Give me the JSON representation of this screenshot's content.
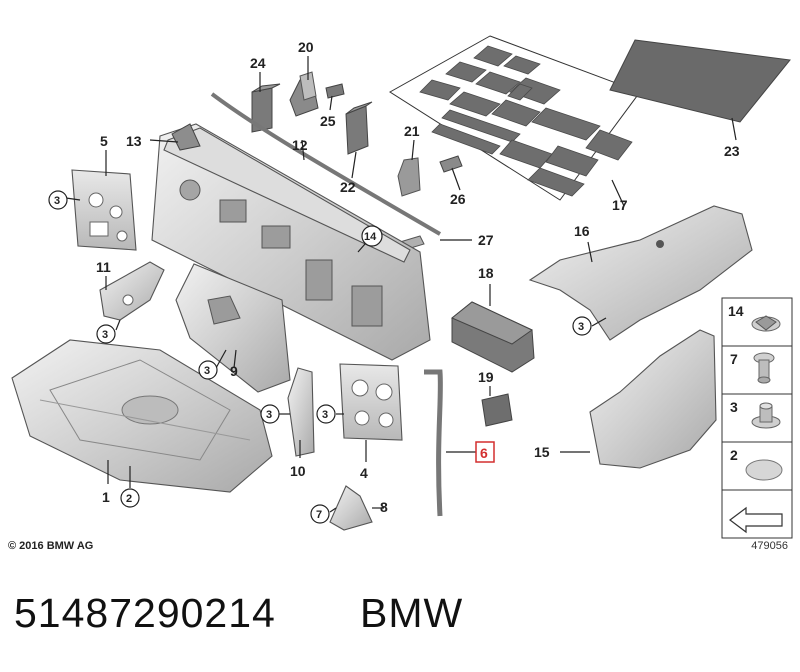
{
  "callouts": {
    "n1": "1",
    "n2": "2",
    "n3a": "3",
    "n3b": "3",
    "n3c": "3",
    "n3d": "3",
    "n3e": "3",
    "n3f": "3",
    "n4": "4",
    "n5": "5",
    "n6": "6",
    "n7": "7",
    "n8": "8",
    "n9": "9",
    "n10": "10",
    "n11": "11",
    "n12": "12",
    "n13": "13",
    "n14": "14",
    "n15": "15",
    "n16": "16",
    "n17": "17",
    "n18": "18",
    "n19": "19",
    "n20": "20",
    "n21": "21",
    "n22": "22",
    "n23": "23",
    "n24": "24",
    "n25": "25",
    "n26": "26",
    "n27": "27"
  },
  "legend": {
    "items": [
      {
        "label": "14",
        "icon": "clip-icon"
      },
      {
        "label": "7",
        "icon": "expanding-rivet-icon"
      },
      {
        "label": "3",
        "icon": "push-nut-icon"
      },
      {
        "label": "2",
        "icon": "plug-icon"
      }
    ]
  },
  "highlight_color": "#d32f2f",
  "footer": {
    "copyright": "© 2016 BMW AG",
    "ref_code": "479056",
    "part_number": "51487290214",
    "brand": "BMW"
  }
}
